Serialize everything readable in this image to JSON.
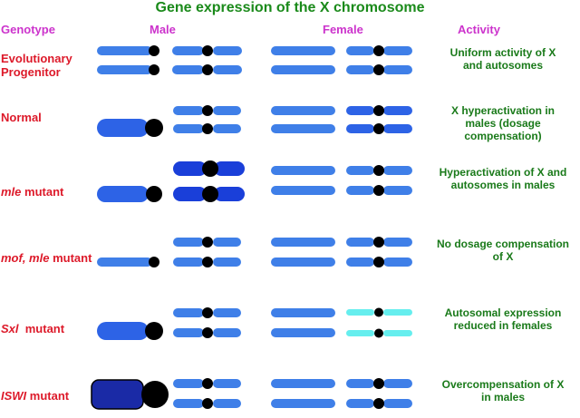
{
  "title": "Gene expression of the X chromosome",
  "headers": {
    "genotype": "Genotype",
    "male": "Male",
    "female": "Female",
    "activity": "Activity"
  },
  "colors": {
    "title": "#1a8a1a",
    "header": "#cc33cc",
    "genotype": "#dd1a2a",
    "activity": "#1a7a1a",
    "chromosome_light": "#3f7fe8",
    "chromosome_medium": "#2d63e6",
    "chromosome_dark": "#1a3fd9",
    "chromosome_navy": "#1a2aa6",
    "chromosome_reduced": "#66eeee",
    "centromere": "#000000"
  },
  "rows": [
    {
      "genotype": "Evolutionary\nProgenitor",
      "genotype_italic": "",
      "activity": "Uniform activity of X\nand autosomes",
      "male_x": "normal",
      "male_autosome": "normal",
      "female_x": "normal",
      "female_autosome": "normal"
    },
    {
      "genotype": "Normal",
      "genotype_italic": "",
      "activity": "X hyperactivation in\nmales (dosage\ncompensation)",
      "male_x": "hyperactive",
      "male_autosome": "normal",
      "female_x": "normal",
      "female_autosome": "normal"
    },
    {
      "genotype": " mutant",
      "genotype_italic": "mle",
      "activity": "Hyperactivation of X and\nautosomes in males",
      "male_x": "hyperactive",
      "male_autosome": "hyperactive",
      "female_x": "normal",
      "female_autosome": "normal"
    },
    {
      "genotype": " mutant",
      "genotype_italic": "mof, mle",
      "activity": "No dosage compensation\nof X",
      "male_x": "normal",
      "male_autosome": "normal",
      "female_x": "normal",
      "female_autosome": "normal"
    },
    {
      "genotype": "  mutant",
      "genotype_italic": "Sxl",
      "activity": "Autosomal expression\nreduced in females",
      "male_x": "hyperactive",
      "male_autosome": "normal",
      "female_x": "normal",
      "female_autosome": "reduced"
    },
    {
      "genotype": " mutant",
      "genotype_italic": "ISWI",
      "activity": "Overcompensation of X\nin males",
      "male_x": "overcompensated",
      "male_autosome": "normal",
      "female_x": "normal",
      "female_autosome": "normal"
    }
  ]
}
